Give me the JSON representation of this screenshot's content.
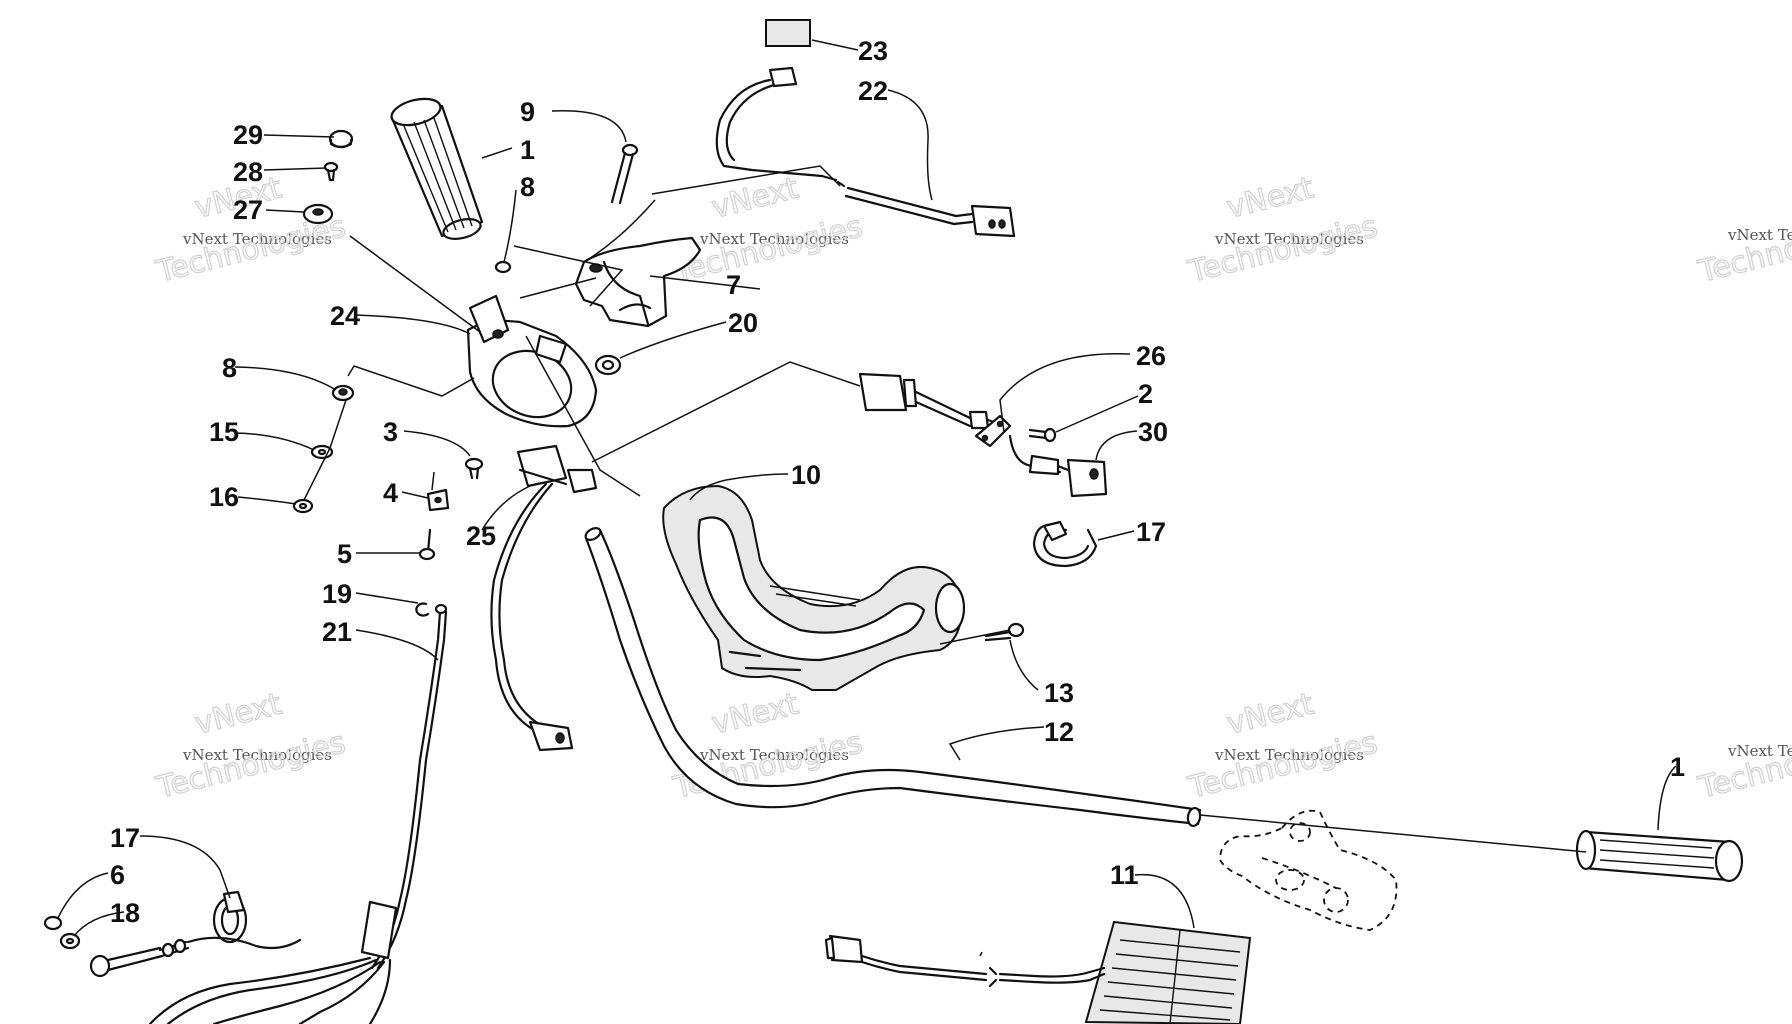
{
  "diagram": {
    "callouts": [
      "1",
      "29",
      "28",
      "27",
      "9",
      "8",
      "24",
      "7",
      "20",
      "8",
      "15",
      "3",
      "16",
      "4",
      "5",
      "25",
      "19",
      "21",
      "23",
      "22",
      "26",
      "2",
      "30",
      "10",
      "17",
      "13",
      "12",
      "1",
      "11",
      "17",
      "6",
      "18"
    ],
    "watermark": {
      "line1": "vNext",
      "line2": "vNext Technologies",
      "line3": "Technologies"
    }
  }
}
